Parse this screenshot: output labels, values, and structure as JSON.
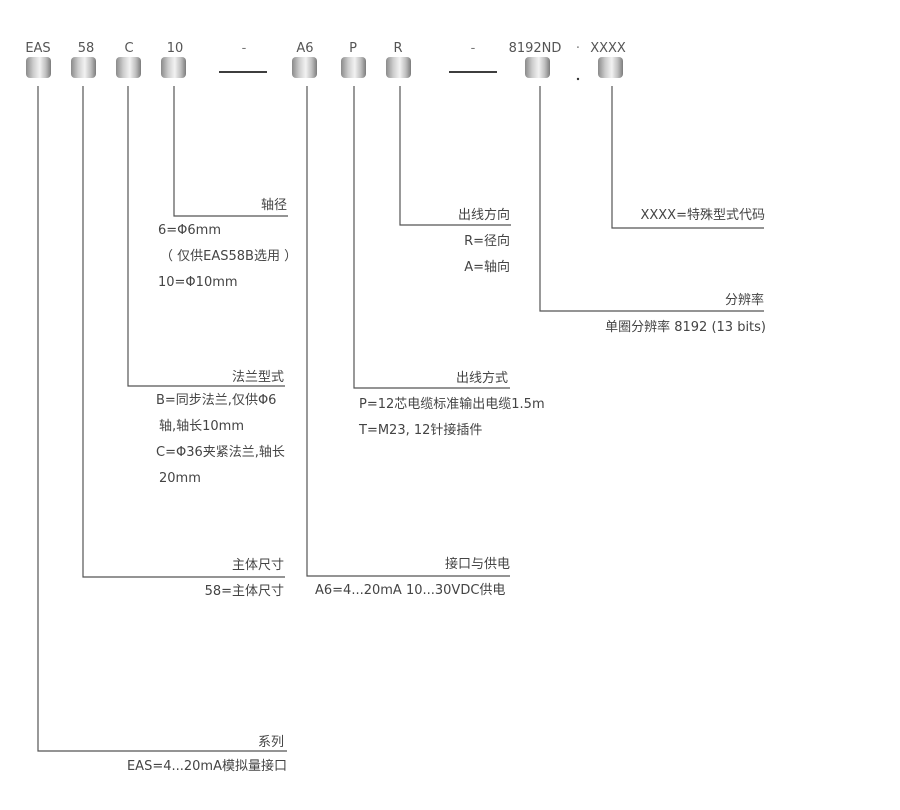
{
  "codes": [
    {
      "label": "EAS"
    },
    {
      "label": "58"
    },
    {
      "label": "C"
    },
    {
      "label": "10"
    },
    {
      "label": "A6"
    },
    {
      "label": "P"
    },
    {
      "label": "R"
    },
    {
      "label": "8192ND"
    },
    {
      "label": "XXXX"
    }
  ],
  "separators": {
    "dash_1": "-",
    "dash_2": "-",
    "dot": "·"
  },
  "sections": {
    "shaft": {
      "title": "轴径",
      "lines": [
        "6=Φ6mm",
        "（ 仅供EAS58B选用 ）",
        "10=Φ10mm"
      ]
    },
    "flange": {
      "title": "法兰型式",
      "lines": [
        "B=同步法兰,仅供Φ6",
        "轴,轴长10mm",
        "C=Φ36夹紧法兰,轴长",
        "20mm"
      ]
    },
    "body_size": {
      "title": "主体尺寸",
      "lines": [
        "58=主体尺寸"
      ]
    },
    "series": {
      "title": "系列",
      "lines": [
        "EAS=4...20mA模拟量接口"
      ]
    },
    "interface": {
      "title": "接口与供电",
      "lines": [
        "A6=4...20mA 10...30VDC供电"
      ]
    },
    "outlet_type": {
      "title": "出线方式",
      "lines": [
        "P=12芯电缆标准输出电缆1.5m",
        "T=M23, 12针接插件"
      ]
    },
    "outlet_direction": {
      "title": "出线方向",
      "lines": [
        "R=径向",
        "A=轴向"
      ]
    },
    "resolution": {
      "title": "分辨率",
      "lines": [
        "单圈分辨率 8192 (13 bits)"
      ]
    },
    "special": {
      "title": "XXXX=特殊型式代码",
      "lines": []
    }
  },
  "colors": {
    "pill_light": "#eeeeee",
    "pill_dark": "#8a8a8a",
    "line": "#555555"
  }
}
